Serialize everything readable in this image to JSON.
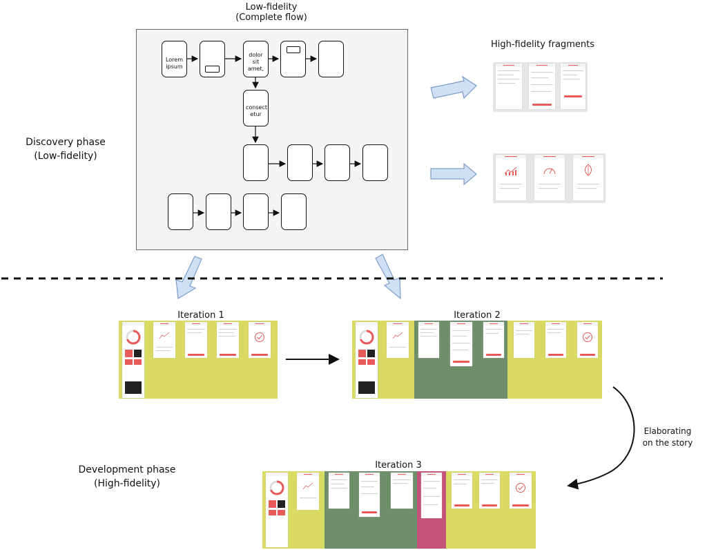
{
  "lofi": {
    "title_line1": "Low-fidelity",
    "title_line2": "(Complete flow)",
    "node_lorem": "Lorem ipsum",
    "node_dolor": "dolor sit amet,",
    "node_consect": "consect etur"
  },
  "hifi": {
    "title": "High-fidelity fragments"
  },
  "discovery": {
    "line1": "Discovery phase",
    "line2": "(Low-fidelity)"
  },
  "development": {
    "line1": "Development phase",
    "line2": "(High-fidelity)"
  },
  "iterations": [
    {
      "title": "Iteration 1"
    },
    {
      "title": "Iteration 2"
    },
    {
      "title": "Iteration 3"
    }
  ],
  "elaborating": {
    "line1": "Elaborating",
    "line2": "on the story"
  },
  "colors": {
    "yellow_band": "#d9db62",
    "green_band": "#6f8f6c",
    "pink_band": "#c4527a",
    "blue_arrow_fill": "#cfe0f5",
    "blue_arrow_stroke": "#7b9cc9",
    "accent_red": "#e85a5a"
  }
}
